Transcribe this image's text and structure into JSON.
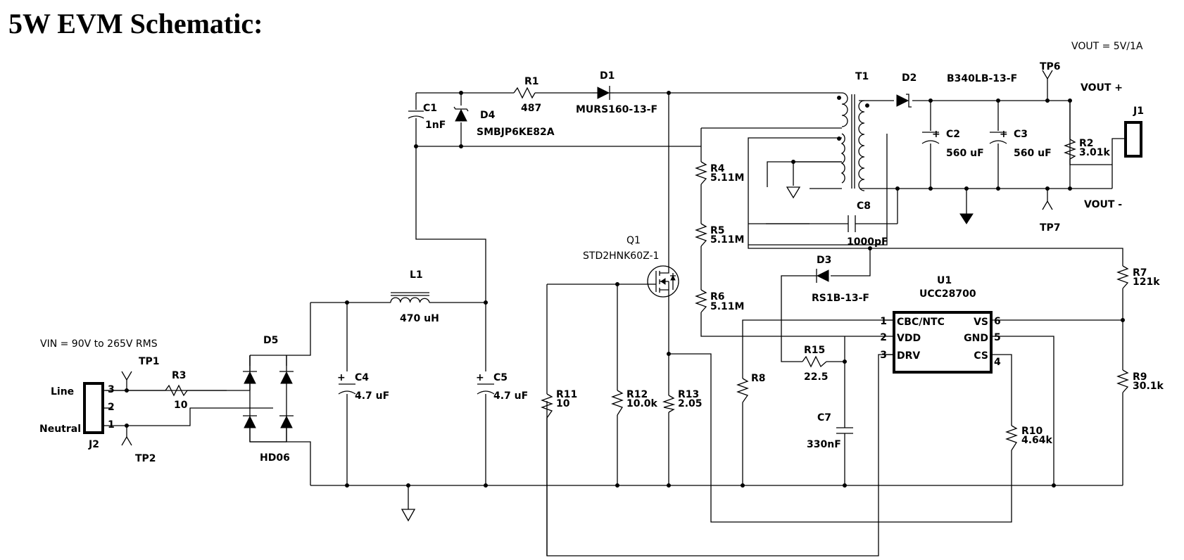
{
  "title": "5W EVM Schematic:",
  "spec": {
    "vout": "VOUT = 5V/1A",
    "vin": "VIN = 90V to 265V RMS"
  },
  "nets": {
    "vout_plus": "VOUT +",
    "vout_minus": "VOUT -",
    "line": "Line",
    "neutral": "Neutral"
  },
  "components": {
    "R1": {
      "ref": "R1",
      "value": "487"
    },
    "D1": {
      "ref": "D1",
      "value": "MURS160-13-F"
    },
    "C1": {
      "ref": "C1",
      "value": "1nF"
    },
    "D4": {
      "ref": "D4",
      "value": "SMBJP6KE82A"
    },
    "T1": {
      "ref": "T1"
    },
    "D2": {
      "ref": "D2",
      "value": "B340LB-13-F"
    },
    "C2": {
      "ref": "C2",
      "value": "560 uF"
    },
    "C3": {
      "ref": "C3",
      "value": "560 uF"
    },
    "R2": {
      "ref": "R2",
      "value": "3.01k"
    },
    "J1": {
      "ref": "J1"
    },
    "TP6": {
      "ref": "TP6"
    },
    "TP7": {
      "ref": "TP7"
    },
    "C8": {
      "ref": "C8",
      "value": "1000pF"
    },
    "R4": {
      "ref": "R4",
      "value": "5.11M"
    },
    "R5": {
      "ref": "R5",
      "value": "5.11M"
    },
    "R6": {
      "ref": "R6",
      "value": "5.11M"
    },
    "Q1": {
      "ref": "Q1",
      "value": "STD2HNK60Z-1"
    },
    "D3": {
      "ref": "D3",
      "value": "RS1B-13-F"
    },
    "U1": {
      "ref": "U1",
      "value": "UCC28700",
      "pins": [
        {
          "num": "1",
          "name": "CBC/NTC"
        },
        {
          "num": "2",
          "name": "VDD"
        },
        {
          "num": "3",
          "name": "DRV"
        },
        {
          "num": "6",
          "name": "VS"
        },
        {
          "num": "5",
          "name": "GND"
        },
        {
          "num": "4",
          "name": "CS"
        }
      ]
    },
    "R7": {
      "ref": "R7",
      "value": "121k"
    },
    "R9": {
      "ref": "R9",
      "value": "30.1k"
    },
    "R10": {
      "ref": "R10",
      "value": "4.64k"
    },
    "R15": {
      "ref": "R15",
      "value": "22.5"
    },
    "C7": {
      "ref": "C7",
      "value": "330nF"
    },
    "R8": {
      "ref": "R8"
    },
    "R11": {
      "ref": "R11",
      "value": "10"
    },
    "R12": {
      "ref": "R12",
      "value": "10.0k"
    },
    "R13": {
      "ref": "R13",
      "value": "2.05"
    },
    "L1": {
      "ref": "L1",
      "value": "470 uH"
    },
    "C4": {
      "ref": "C4",
      "value": "4.7 uF"
    },
    "C5": {
      "ref": "C5",
      "value": "4.7 uF"
    },
    "D5": {
      "ref": "D5",
      "value": "HD06"
    },
    "R3": {
      "ref": "R3",
      "value": "10"
    },
    "TP1": {
      "ref": "TP1"
    },
    "TP2": {
      "ref": "TP2"
    },
    "J2": {
      "ref": "J2",
      "pins": [
        "3",
        "2",
        "1"
      ]
    }
  },
  "polarity_mark": "+"
}
